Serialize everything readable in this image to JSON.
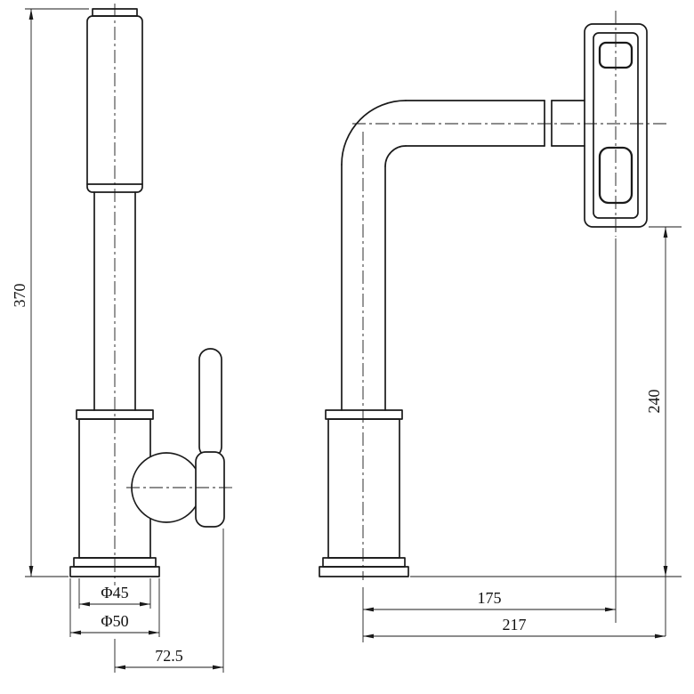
{
  "drawing": {
    "background": "#ffffff",
    "line_color": "#1a1a1a",
    "front_view": {
      "dim_total_height": "370",
      "dim_body_diameter": "Φ45",
      "dim_base_diameter": "Φ50",
      "dim_handle_offset": "72.5"
    },
    "side_view": {
      "dim_center_to_outlet": "175",
      "dim_total_reach": "217",
      "dim_outlet_height": "240"
    }
  }
}
